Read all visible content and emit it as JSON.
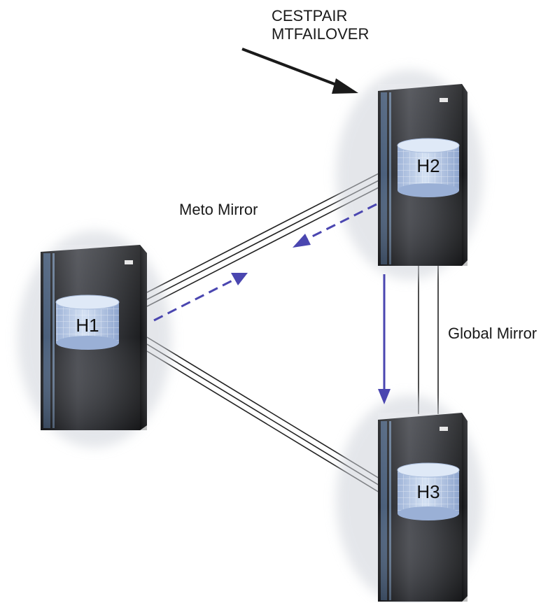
{
  "command": {
    "line1": "CESTPAIR",
    "line2": "MTFAILOVER"
  },
  "links": {
    "metro_mirror": "Meto Mirror",
    "global_mirror": "Global Mirror"
  },
  "hosts": [
    {
      "id": "h1",
      "label": "H1"
    },
    {
      "id": "h2",
      "label": "H2"
    },
    {
      "id": "h3",
      "label": "H3"
    }
  ],
  "colors": {
    "server_body": "#2a2a2e",
    "server_light": "#55585f",
    "disk": "#b8cbe8",
    "disk_top": "#d7e4f5",
    "arrow_blue": "#4a46b0",
    "line": "#222222",
    "accent_stripe": "#4f7fb8"
  }
}
